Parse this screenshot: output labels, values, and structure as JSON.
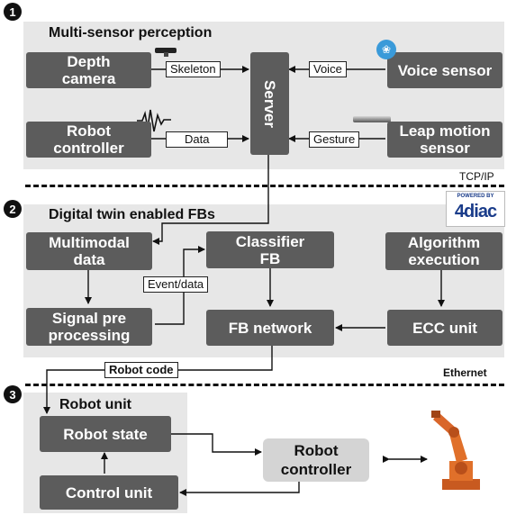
{
  "sections": [
    {
      "number": "1",
      "title": "Multi-sensor perception"
    },
    {
      "number": "2",
      "title": "Digital twin enabled FBs"
    },
    {
      "number": "3",
      "title": "Robot unit"
    }
  ],
  "networks": {
    "first": "TCP/IP",
    "second": "Ethernet"
  },
  "section1": {
    "depth_camera": "Depth\ncamera",
    "robot_controller": "Robot\ncontroller",
    "server": "Server",
    "voice_sensor": "Voice sensor",
    "leap_motion": "Leap motion\nsensor",
    "skeleton": "Skeleton",
    "data": "Data",
    "voice": "Voice",
    "gesture": "Gesture"
  },
  "section2": {
    "logo_top": "POWERED BY",
    "logo_main": "4diac",
    "multimodal": "Multimodal\ndata",
    "classifier": "Classifier\nFB",
    "algorithm": "Algorithm\nexecution",
    "event_data": "Event/data",
    "signal": "Signal pre\nprocessing",
    "fb_network": "FB network",
    "ecc": "ECC unit",
    "robot_code": "Robot code"
  },
  "section3": {
    "robot_state": "Robot state",
    "control_unit": "Control unit",
    "robot_controller": "Robot\ncontroller"
  },
  "colors": {
    "box": "#5c5c5c",
    "panel": "#e7e7e7",
    "robot": "#e0702a"
  }
}
